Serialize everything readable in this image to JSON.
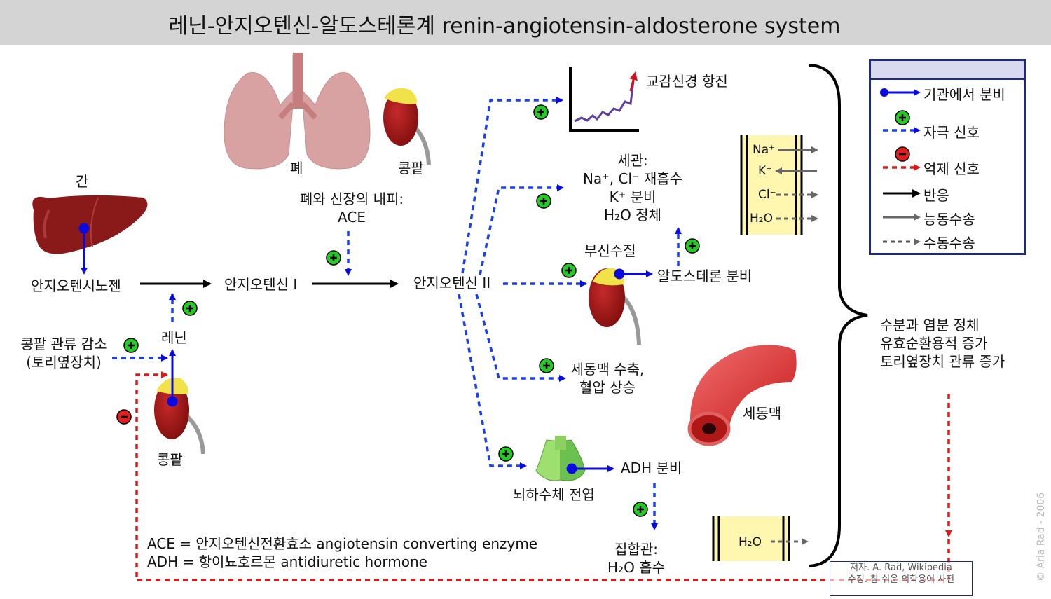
{
  "title": "레닌-안지오텐신-알도스테론계 renin-angiotensin-aldosterone system",
  "organs": {
    "liver": "간",
    "lung": "폐",
    "kidney_top": "콩팥",
    "kidney_bottom": "콩팥",
    "adrenal": "부신수질",
    "pituitary": "뇌하수체 전엽",
    "arteriole": "세동맥"
  },
  "pathway": {
    "angiotensinogen": "안지오텐시노젠",
    "angiotensin1": "안지오텐신 I",
    "angiotensin2": "안지오텐신 II",
    "renin": "레닌",
    "ace_source_line1": "폐와 신장의 내피:",
    "ace_source_line2": "ACE",
    "stimulus_line1": "콩팥 관류 감소",
    "stimulus_line2": "(토리옆장치)"
  },
  "effects": {
    "sympathetic": "교감신경 항진",
    "tubule_line1": "세관:",
    "tubule_line2": "Na⁺, Cl⁻ 재흡수",
    "tubule_line3": "K⁺ 분비",
    "tubule_line4": "H₂O 정체",
    "aldosterone": "알도스테론 분비",
    "vasoconstriction_line1": "세동맥 수축,",
    "vasoconstriction_line2": "혈압 상승",
    "adh": "ADH 분비",
    "collecting_line1": "집합관:",
    "collecting_line2": "H₂O 흡수"
  },
  "channels": {
    "na": "Na⁺",
    "k": "K⁺",
    "cl": "Cl⁻",
    "h2o": "H₂O",
    "h2o_collecting": "H₂O"
  },
  "outcome": {
    "line1": "수분과 염분 정체",
    "line2": "유효순환용적 증가",
    "line3": "토리옆장치 관류 증가"
  },
  "abbreviations": {
    "ace": "ACE = 안지오텐신전환효소 angiotensin converting enzyme",
    "adh": "ADH = 항이뇨호르몬 antidiuretic hormone"
  },
  "legend": {
    "secretion": "기관에서 분비",
    "stimulus": "자극 신호",
    "inhibition": "억제 신호",
    "reaction": "반응",
    "active_transport": "능동수송",
    "passive_transport": "수동수송"
  },
  "credit": {
    "line1": "저자. A. Rad, Wikipedia",
    "line2": "수정. 참 쉬운 의학용어 사전"
  },
  "copyright": "© Aria Rad - 2006",
  "colors": {
    "secretion": "#0a0ae0",
    "stimulus": "#1a3ef0",
    "inhibition": "#e01818",
    "plus": "#22cc22",
    "minus": "#e02020",
    "kidney": "#a31818",
    "liver": "#8a1a1a",
    "lung": "#d8a2a2",
    "membrane": "#fff7b0"
  }
}
